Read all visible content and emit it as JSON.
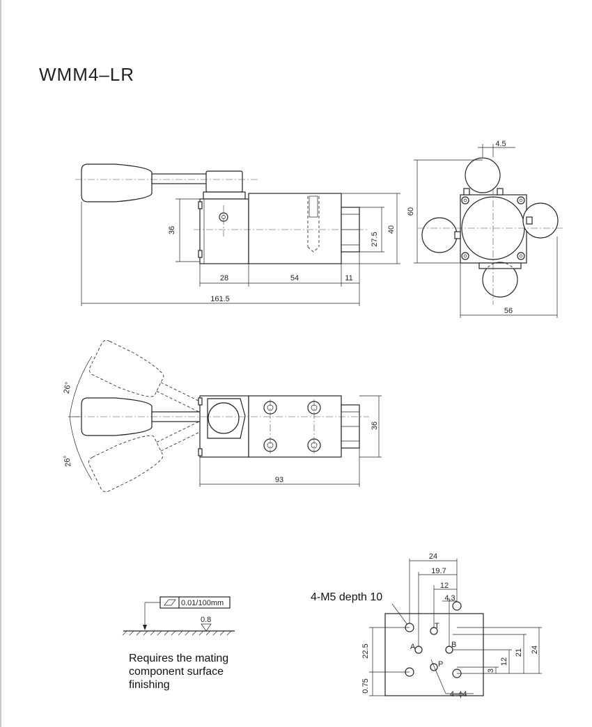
{
  "title": "WMM4–LR",
  "dims": {
    "side": {
      "h36": "36",
      "h27_5": "27.5",
      "h40": "40",
      "w28": "28",
      "w54": "54",
      "w11": "11",
      "w161_5": "161.5"
    },
    "end": {
      "d4_5": "4.5",
      "h60": "60",
      "w56": "56"
    },
    "top": {
      "angle_upper": "26°",
      "angle_lower": "26°",
      "h36": "36",
      "w93": "93"
    },
    "ports": {
      "d24": "24",
      "d19_7": "19.7",
      "d12": "12",
      "d4_3": "4.3",
      "v22_5": "22.5",
      "v0_75": "0.75",
      "v3": "3",
      "v12": "12",
      "v21": "21",
      "v24": "24",
      "port_T": "T",
      "port_A": "A",
      "port_B": "B",
      "port_P": "P",
      "holes": "4–ϕ4"
    }
  },
  "surface": {
    "flatness": "0.01/100mm",
    "roughness": "0.8",
    "note_lines": [
      "Requires the mating",
      "component surface",
      "finishing"
    ]
  },
  "thread_note": "4-M5 depth 10"
}
